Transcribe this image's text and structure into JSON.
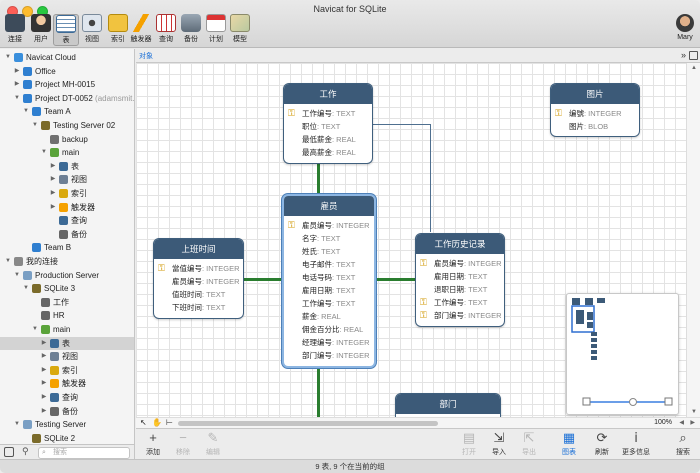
{
  "window": {
    "title": "Navicat for SQLite"
  },
  "toolbar": {
    "items": [
      {
        "label": "连接",
        "icon": "connection-icon"
      },
      {
        "label": "用户",
        "icon": "user-icon"
      },
      {
        "label": "表",
        "icon": "table-icon",
        "active": true
      },
      {
        "label": "视图",
        "icon": "view-icon"
      },
      {
        "label": "索引",
        "icon": "index-icon"
      },
      {
        "label": "触发器",
        "icon": "trigger-icon"
      },
      {
        "label": "查询",
        "icon": "query-icon"
      },
      {
        "label": "备份",
        "icon": "backup-icon"
      },
      {
        "label": "计划",
        "icon": "schedule-icon"
      },
      {
        "label": "模型",
        "icon": "model-icon"
      }
    ],
    "user": {
      "name": "Mary"
    }
  },
  "sidebar": {
    "items": [
      {
        "label": "Navicat Cloud",
        "icon": "cloud-icon"
      },
      {
        "label": "Office",
        "icon": "project-icon"
      },
      {
        "label": "Project MH-0015",
        "icon": "project-icon"
      },
      {
        "label": "Project DT-0052",
        "sub": "(adamsmit...",
        "icon": "project-icon"
      },
      {
        "label": "Team A",
        "icon": "team-icon"
      },
      {
        "label": "Testing Server 02",
        "icon": "server-icon"
      },
      {
        "label": "backup",
        "icon": "database-icon"
      },
      {
        "label": "main",
        "icon": "database-icon"
      },
      {
        "label": "表",
        "icon": "table-icon"
      },
      {
        "label": "视图",
        "icon": "view-icon"
      },
      {
        "label": "索引",
        "icon": "index-icon"
      },
      {
        "label": "触发器",
        "icon": "trigger-icon"
      },
      {
        "label": "查询",
        "icon": "query-icon"
      },
      {
        "label": "备份",
        "icon": "backup-icon"
      },
      {
        "label": "Team B",
        "icon": "team-icon"
      },
      {
        "label": "我的连接",
        "icon": "connections-icon"
      },
      {
        "label": "Production Server",
        "icon": "folder-icon"
      },
      {
        "label": "SQLite 3",
        "icon": "server-icon"
      },
      {
        "label": "工作",
        "icon": "database-icon"
      },
      {
        "label": "HR",
        "icon": "database-icon"
      },
      {
        "label": "main",
        "icon": "database-icon"
      },
      {
        "label": "表",
        "icon": "table-icon",
        "selected": true
      },
      {
        "label": "视图",
        "icon": "view-icon"
      },
      {
        "label": "索引",
        "icon": "index-icon"
      },
      {
        "label": "触发器",
        "icon": "trigger-icon"
      },
      {
        "label": "查询",
        "icon": "query-icon"
      },
      {
        "label": "备份",
        "icon": "backup-icon"
      },
      {
        "label": "Testing Server",
        "icon": "folder-icon"
      },
      {
        "label": "SQLite 2",
        "icon": "server-icon"
      }
    ],
    "search_placeholder": "搜索"
  },
  "tabbar": {
    "active": "对象"
  },
  "diagram": {
    "tables": [
      {
        "name": "工作",
        "fields": [
          {
            "name": "工作编号",
            "type": "TEXT",
            "key": true
          },
          {
            "name": "职位",
            "type": "TEXT"
          },
          {
            "name": "最低薪金",
            "type": "REAL"
          },
          {
            "name": "最高薪金",
            "type": "REAL"
          }
        ]
      },
      {
        "name": "图片",
        "fields": [
          {
            "name": "编號",
            "type": "INTEGER",
            "key": true
          },
          {
            "name": "图片",
            "type": "BLOB"
          }
        ]
      },
      {
        "name": "雇员",
        "fields": [
          {
            "name": "雇员编号",
            "type": "INTEGER",
            "key": true
          },
          {
            "name": "名字",
            "type": "TEXT"
          },
          {
            "name": "姓氏",
            "type": "TEXT"
          },
          {
            "name": "电子邮件",
            "type": "TEXT"
          },
          {
            "name": "电话号码",
            "type": "TEXT"
          },
          {
            "name": "雇用日期",
            "type": "TEXT"
          },
          {
            "name": "工作编号",
            "type": "TEXT"
          },
          {
            "name": "薪金",
            "type": "REAL"
          },
          {
            "name": "佣金百分比",
            "type": "REAL"
          },
          {
            "name": "经理编号",
            "type": "INTEGER"
          },
          {
            "name": "部门编号",
            "type": "INTEGER"
          }
        ]
      },
      {
        "name": "上班时间",
        "fields": [
          {
            "name": "當值编号",
            "type": "INTEGER",
            "key": true
          },
          {
            "name": "雇员编号",
            "type": "INTEGER"
          },
          {
            "name": "值班时间",
            "type": "TEXT"
          },
          {
            "name": "下班时间",
            "type": "TEXT"
          }
        ]
      },
      {
        "name": "工作历史记录",
        "fields": [
          {
            "name": "雇员编号",
            "type": "INTEGER",
            "key": true
          },
          {
            "name": "雇用日期",
            "type": "TEXT"
          },
          {
            "name": "退职日期",
            "type": "TEXT"
          },
          {
            "name": "工作编号",
            "type": "TEXT",
            "key": true
          },
          {
            "name": "部门编号",
            "type": "INTEGER",
            "key": true
          }
        ]
      },
      {
        "name": "部门",
        "fields": []
      }
    ],
    "zoom": "100%"
  },
  "bottom_toolbar": {
    "left": [
      {
        "label": "添加",
        "icon": "+"
      },
      {
        "label": "移除",
        "icon": "−"
      },
      {
        "label": "编辑",
        "icon": "✎"
      }
    ],
    "right": [
      {
        "label": "打开",
        "icon": "▤"
      },
      {
        "label": "导入",
        "icon": "⇲"
      },
      {
        "label": "导出",
        "icon": "⇱"
      },
      {
        "label": "图表",
        "icon": "▦"
      },
      {
        "label": "刷新",
        "icon": "⟳"
      },
      {
        "label": "更多信息",
        "icon": "ⅰ"
      },
      {
        "label": "搜索",
        "icon": "⌕"
      }
    ]
  },
  "status": "9 表, 9 个在当前的组"
}
